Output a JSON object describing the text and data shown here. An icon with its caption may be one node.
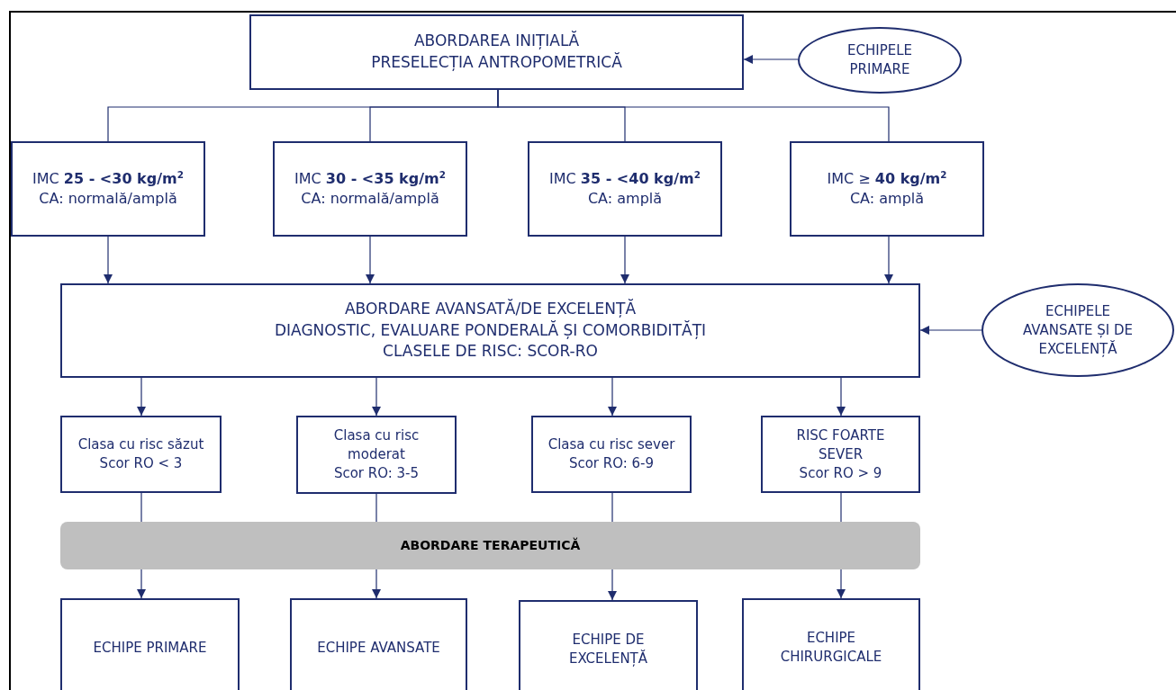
{
  "diagram": {
    "nodes": [
      {
        "text": [
          "ABORDAREA INIȚIALĂ",
          "PRESELECȚIA ANTROPOMETRICĂ"
        ]
      },
      {
        "text": [
          "ECHIPELE PRIMARE"
        ]
      },
      {
        "text": [
          "IMC **25 - <30 kg/m$^{2}$**",
          "CA: normală/amplă"
        ]
      },
      {
        "text": [
          "IMC **30 - <35 kg/m$^{2}$**",
          "CA: normală/amplă"
        ]
      },
      {
        "text": [
          "IMC **35 - <40 kg/m$^{2}$**",
          "CA: amplă"
        ]
      },
      {
        "text": [
          "IMC ≥ **40 kg/m$^{2}$**",
          "CA: amplă"
        ]
      },
      {
        "text": [
          "ABORDARE AVANSATĂ/DE EXCELENȚĂ",
          "DIAGNOSTIC, EVALUARE PONDERALĂ ȘI COMORBIDITĂȚI",
          "CLASELE DE RISC: SCOR-RO"
        ]
      },
      {
        "text": [
          "ECHIPELE AVANSATE ȘI DE EXCELENȚĂ"
        ]
      },
      {
        "text": [
          "Clasa cu risc săzut",
          "Scor RO < 3"
        ]
      },
      {
        "text": [
          "Clasa cu risc moderat",
          "Scor RO: 3-5"
        ]
      },
      {
        "text": [
          "Clasa cu risc sever",
          "Scor RO: 6-9"
        ]
      },
      {
        "text": [
          "RISC FOARTE SEVER",
          "Scor RO > 9"
        ]
      },
      {
        "text": [
          "ABORDARE TERAPEUTICĂ"
        ]
      },
      {
        "text": [
          "ECHIPE PRIMARE"
        ]
      },
      {
        "text": [
          "ECHIPE AVANSATE"
        ]
      },
      {
        "text": [
          "ECHIPE DE EXCELENȚĂ"
        ]
      },
      {
        "text": [
          "ECHIPE CHIRURGICALE"
        ]
      }
    ],
    "edges": [
      {
        "from": 1,
        "to": 0,
        "arrow": "to"
      },
      {
        "from": 0,
        "to": 2,
        "arrow": "none"
      },
      {
        "from": 0,
        "to": 3,
        "arrow": "none"
      },
      {
        "from": 0,
        "to": 4,
        "arrow": "none"
      },
      {
        "from": 0,
        "to": 5,
        "arrow": "none"
      },
      {
        "from": 2,
        "to": 6,
        "arrow": "to"
      },
      {
        "from": 3,
        "to": 6,
        "arrow": "to"
      },
      {
        "from": 4,
        "to": 6,
        "arrow": "to"
      },
      {
        "from": 5,
        "to": 6,
        "arrow": "to"
      },
      {
        "from": 7,
        "to": 6,
        "arrow": "to"
      },
      {
        "from": 6,
        "to": 8,
        "arrow": "to"
      },
      {
        "from": 6,
        "to": 9,
        "arrow": "to"
      },
      {
        "from": 6,
        "to": 10,
        "arrow": "to"
      },
      {
        "from": 6,
        "to": 11,
        "arrow": "to"
      },
      {
        "from": 8,
        "to": 12,
        "arrow": "none"
      },
      {
        "from": 9,
        "to": 12,
        "arrow": "none"
      },
      {
        "from": 10,
        "to": 12,
        "arrow": "none"
      },
      {
        "from": 11,
        "to": 12,
        "arrow": "none"
      },
      {
        "from": 12,
        "to": 13,
        "arrow": "to"
      },
      {
        "from": 12,
        "to": 14,
        "arrow": "to"
      },
      {
        "from": 12,
        "to": 15,
        "arrow": "to"
      },
      {
        "from": 12,
        "to": 16,
        "arrow": "to"
      }
    ]
  }
}
